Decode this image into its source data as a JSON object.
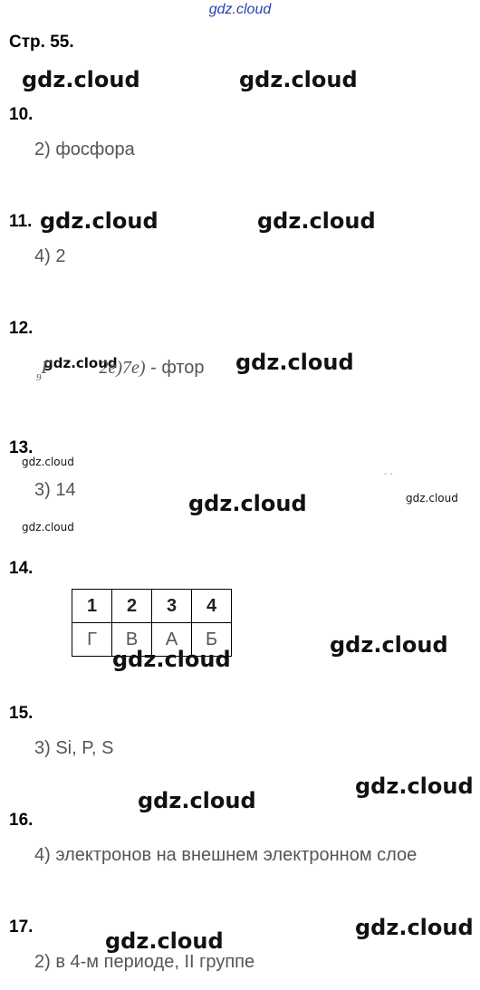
{
  "site_label": "gdz.cloud",
  "page_title": "Стр. 55.",
  "watermark": "gdz.cloud",
  "speck": "- -",
  "questions": [
    {
      "number": "10.",
      "answer": "2) фосфора"
    },
    {
      "number": "11.",
      "answer": "4) 2"
    },
    {
      "number": "12.",
      "formula": {
        "symbol": "F",
        "subscript": "9",
        "shells": "2e)7e)",
        "name": "- фтор"
      }
    },
    {
      "number": "13.",
      "answer": "3) 14"
    },
    {
      "number": "14.",
      "table": {
        "header": [
          "1",
          "2",
          "3",
          "4"
        ],
        "values": [
          "Г",
          "В",
          "А",
          "Б"
        ]
      }
    },
    {
      "number": "15.",
      "answer": "3) Si, P, S"
    },
    {
      "number": "16.",
      "answer": "4) электронов на внешнем электронном слое"
    },
    {
      "number": "17.",
      "answer": "2) в 4-м периоде, II группе"
    }
  ]
}
